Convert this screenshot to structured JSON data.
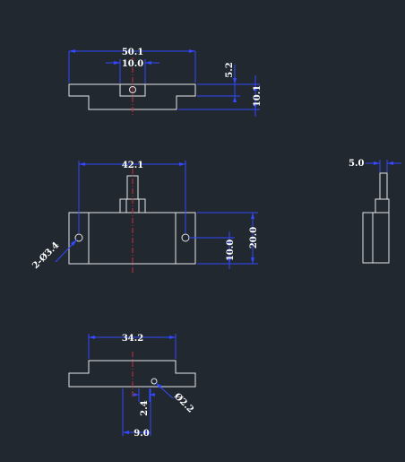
{
  "drawing": {
    "colors": {
      "background": "#212830",
      "geometry": "#e6e6e6",
      "dimension": "#3348ff",
      "centerline": "#d42b2b",
      "text": "#ffffff"
    },
    "top_view": {
      "overall_width": "50.1",
      "slot_width": "10.0",
      "flange_thickness": "5.2",
      "overall_height": "10.1"
    },
    "front_view": {
      "hole_spacing": "42.1",
      "hole_callout": "2-Ø3.4",
      "hole_height": "10.0",
      "body_height": "20.0"
    },
    "side_view": {
      "shaft_width": "5.0"
    },
    "bottom_view": {
      "base_width": "34.2",
      "hole_diameter": "Ø2.2",
      "hole_offset": "2.4",
      "slot_width": "9.0"
    }
  }
}
